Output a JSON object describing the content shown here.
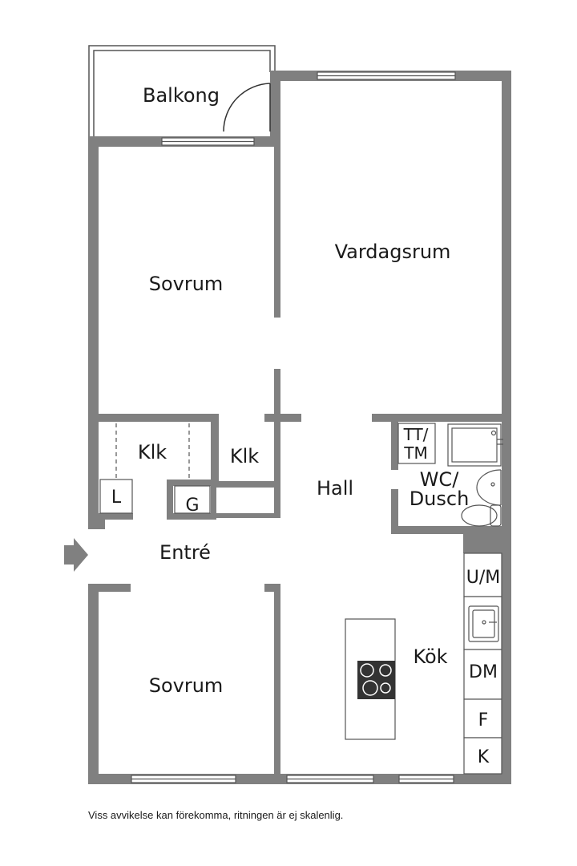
{
  "colors": {
    "wall": "#808080",
    "ink": "#1a1a1a",
    "fixture": "#666666",
    "paper": "#ffffff"
  },
  "rooms": {
    "balkong": "Balkong",
    "vardagsrum": "Vardagsrum",
    "sovrum_top": "Sovrum",
    "klk_left": "Klk",
    "klk_mid": "Klk",
    "hall": "Hall",
    "entre": "Entré",
    "wc_dusch_line1": "WC/",
    "wc_dusch_line2": "Dusch",
    "kok": "Kök",
    "sovrum_bottom": "Sovrum"
  },
  "fixtures": {
    "linen": "L",
    "wardrobe": "G",
    "tt_tm_line1": "TT/",
    "tt_tm_line2": "TM",
    "um": "U/M",
    "dm": "DM",
    "fridge": "F",
    "freezer": "K"
  },
  "icons": [
    "entrance-arrow-icon",
    "door-swing-icon",
    "shower-icon",
    "sink-icon",
    "toilet-icon",
    "kitchen-sink-icon",
    "cooktop-icon"
  ],
  "disclaimer": "Viss avvikelse kan förekomma, ritningen är ej skalenlig."
}
